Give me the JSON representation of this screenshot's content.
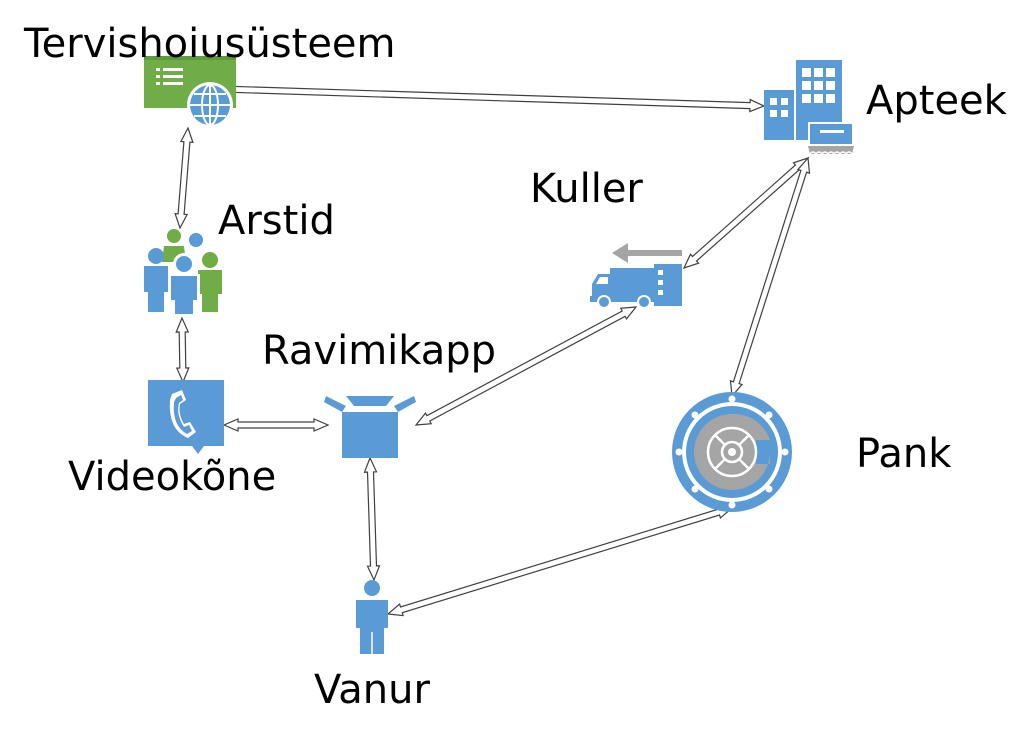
{
  "nodes": {
    "healthcare_system": "Tervishoiusüsteem",
    "pharmacy": "Apteek",
    "courier": "Kuller",
    "doctors": "Arstid",
    "medicine_cabinet": "Ravimikapp",
    "video_call": "Videokõne",
    "bank": "Pank",
    "elder": "Vanur"
  },
  "icons": {
    "healthcare_system": "web-application-icon",
    "pharmacy": "building-store-icon",
    "courier": "delivery-truck-icon",
    "doctors": "user-group-icon",
    "medicine_cabinet": "open-box-icon",
    "video_call": "phone-handset-icon",
    "bank": "vault-icon",
    "elder": "person-icon"
  },
  "colors": {
    "blue": "#5B9BD5",
    "green": "#70AD47",
    "gray": "#A5A5A5",
    "arrow_outline": "#404040"
  }
}
